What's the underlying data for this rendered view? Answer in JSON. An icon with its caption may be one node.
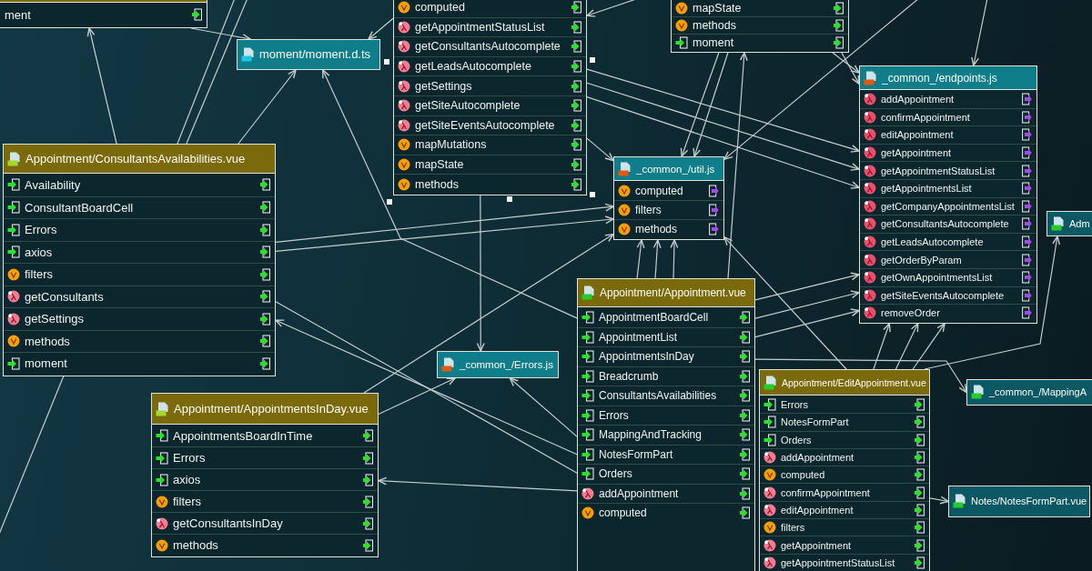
{
  "diagram": {
    "nodes": [
      {
        "text": [
          "ment"
        ]
      },
      {
        "text": [
          "computed",
          "getAppointmentStatusList",
          "getConsultantsAutocomplete",
          "getLeadsAutocomplete",
          "getSettings",
          "getSiteAutocomplete",
          "getSiteEventsAutocomplete",
          "mapMutations",
          "mapState",
          "methods"
        ]
      },
      {
        "text": [
          "mapState",
          "methods",
          "moment"
        ]
      },
      {
        "text": [
          "moment/moment.d.ts"
        ]
      },
      {
        "text": [
          "_common_/endpoints.js",
          "addAppointment",
          "confirmAppointment",
          "editAppointment",
          "getAppointment",
          "getAppointmentStatusList",
          "getAppointmentsList",
          "getCompanyAppointmentsList",
          "getConsultantsAutocomplete",
          "getLeadsAutocomplete",
          "getOrderByParam",
          "getOwnAppointmentsList",
          "getSiteEventsAutocomplete",
          "removeOrder"
        ]
      },
      {
        "text": [
          "Appointment/ConsultantsAvailabilities.vue",
          "Availability",
          "ConsultantBoardCell",
          "Errors",
          "axios",
          "filters",
          "getConsultants",
          "getSettings",
          "methods",
          "moment"
        ]
      },
      {
        "text": [
          "_common_/util.js",
          "computed",
          "filters",
          "methods"
        ]
      },
      {
        "text": [
          "Adm"
        ]
      },
      {
        "text": [
          "Appointment/Appointment.vue",
          "AppointmentBoardCell",
          "AppointmentList",
          "AppointmentsInDay",
          "Breadcrumb",
          "ConsultantsAvailabilities",
          "Errors",
          "MappingAndTracking",
          "NotesFormPart",
          "Orders",
          "addAppointment",
          "computed"
        ]
      },
      {
        "text": [
          "_common_/Errors.js"
        ]
      },
      {
        "text": [
          "Appointment/EditAppointment.vue",
          "Errors",
          "NotesFormPart",
          "Orders",
          "addAppointment",
          "computed",
          "confirmAppointment",
          "editAppointment",
          "filters",
          "getAppointment",
          "getAppointmentStatusList"
        ]
      },
      {
        "text": [
          "_common_/MappingA"
        ]
      },
      {
        "text": [
          "Appointment/AppointmentsInDay.vue",
          "AppointmentsBoardInTime",
          "Errors",
          "axios",
          "filters",
          "getConsultantsInDay",
          "methods"
        ]
      },
      {
        "text": [
          "Notes/NotesFormPart.vue"
        ]
      }
    ],
    "edges": [
      {
        "from": 5,
        "to": 0,
        "arrow": "to"
      },
      {
        "from": 0,
        "to": 3,
        "arrow": "to"
      },
      {
        "from": 5,
        "to": 3,
        "arrow": "to"
      },
      {
        "from": 1,
        "to": 3,
        "arrow": "to"
      },
      {
        "from": 8,
        "to": 3,
        "arrow": "to"
      },
      {
        "from": 5,
        "to": 6,
        "arrow": "to"
      },
      {
        "from": 5,
        "to": 6,
        "arrow": "to"
      },
      {
        "from": 8,
        "to": 5,
        "arrow": "to"
      },
      {
        "from": 5,
        "to": 8,
        "arrow": "none"
      },
      {
        "from": 12,
        "to": 9,
        "arrow": "to"
      },
      {
        "from": 12,
        "to": 6,
        "arrow": "to"
      },
      {
        "from": 8,
        "to": 9,
        "arrow": "to"
      },
      {
        "from": 1,
        "to": 9,
        "arrow": "to"
      },
      {
        "from": 8,
        "to": 12,
        "arrow": "to"
      },
      {
        "from": 1,
        "to": 6,
        "arrow": "to"
      },
      {
        "from": 2,
        "to": 6,
        "arrow": "to"
      },
      {
        "from": 2,
        "to": 6,
        "arrow": "to"
      },
      {
        "from": null,
        "to": 6,
        "arrow": "to"
      },
      {
        "from": 1,
        "to": 4,
        "arrow": "to"
      },
      {
        "from": 1,
        "to": 4,
        "arrow": "to"
      },
      {
        "from": 1,
        "to": 4,
        "arrow": "to"
      },
      {
        "from": 2,
        "to": 4,
        "arrow": "to"
      },
      {
        "from": 2,
        "to": 4,
        "arrow": "to"
      },
      {
        "from": null,
        "to": 4,
        "arrow": "to"
      },
      {
        "from": 8,
        "to": 2,
        "arrow": "to"
      },
      {
        "from": 8,
        "to": 6,
        "arrow": "to"
      },
      {
        "from": 8,
        "to": 6,
        "arrow": "to"
      },
      {
        "from": 8,
        "to": 6,
        "arrow": "to"
      },
      {
        "from": 10,
        "to": 6,
        "arrow": "to"
      },
      {
        "from": 8,
        "to": 4,
        "arrow": "to"
      },
      {
        "from": 8,
        "to": 4,
        "arrow": "to"
      },
      {
        "from": 8,
        "to": 4,
        "arrow": "to"
      },
      {
        "from": 10,
        "to": 4,
        "arrow": "to"
      },
      {
        "from": 10,
        "to": 4,
        "arrow": "to"
      },
      {
        "from": 10,
        "to": 4,
        "arrow": "to"
      },
      {
        "from": 10,
        "to": 7,
        "arrow": "to"
      },
      {
        "from": 8,
        "to": 11,
        "arrow": "to"
      },
      {
        "from": 10,
        "to": 13,
        "arrow": "to"
      },
      {
        "from": 5,
        "to": null,
        "arrow": "none"
      },
      {
        "from": 5,
        "to": null,
        "arrow": "none"
      },
      {
        "from": 5,
        "to": null,
        "arrow": "none"
      },
      {
        "from": null,
        "to": 1,
        "arrow": "to"
      }
    ]
  }
}
